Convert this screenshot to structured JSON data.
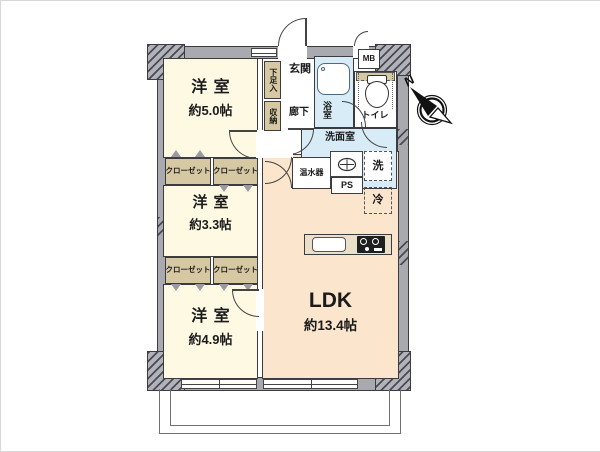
{
  "plan": {
    "compass_label": "N",
    "rooms": {
      "bedroom_top": {
        "name": "洋室",
        "size": "約5.0帖"
      },
      "bedroom_mid": {
        "name": "洋室",
        "size": "約3.3帖"
      },
      "bedroom_bottom": {
        "name": "洋室",
        "size": "約4.9帖"
      },
      "ldk": {
        "name": "LDK",
        "size": "約13.4帖"
      },
      "entrance": {
        "name": "玄関"
      },
      "hallway": {
        "name": "廊下"
      },
      "bathroom": {
        "name": "浴室"
      },
      "washroom": {
        "name": "洗面室"
      },
      "toilet": {
        "name": "トイレ"
      }
    },
    "fixtures": {
      "shoe_cabinet": "下足入",
      "storage": "収納",
      "closet": "クローゼット",
      "water_heater": "温水器",
      "pipe_space": "PS",
      "washer": "洗",
      "fridge": "冷",
      "meter_box": "MB"
    },
    "colors": {
      "bedroom_floor": "#fdf9e3",
      "ldk_floor": "#fbe5cc",
      "wet_area": "#d8ecf7",
      "closet_tan": "#d6c8a2",
      "wall_gray": "#a9a9b0",
      "line": "#3b3b40"
    }
  }
}
